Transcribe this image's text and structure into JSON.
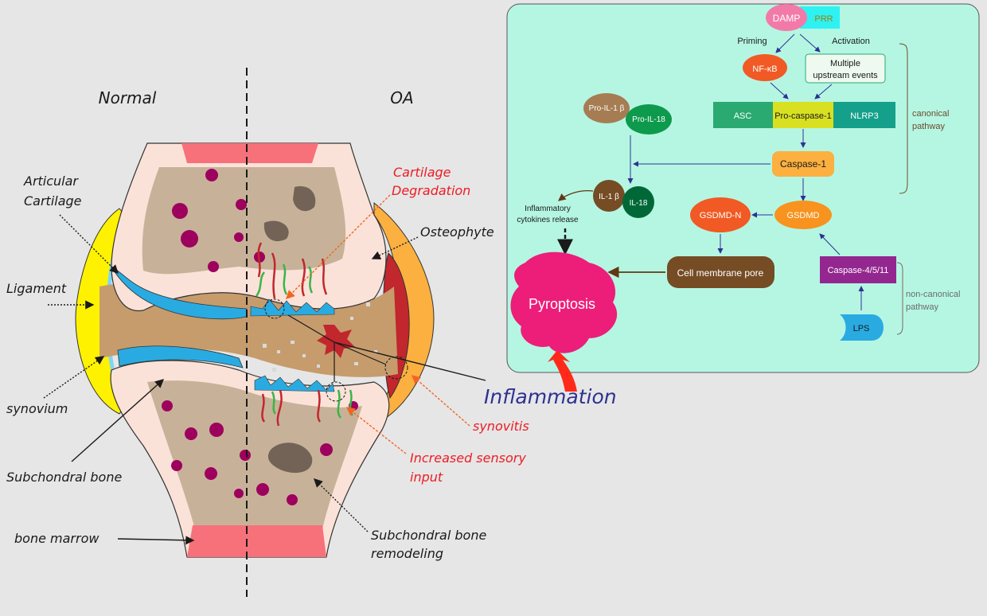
{
  "joint": {
    "label_normal": "Normal",
    "label_oa": "OA",
    "articular_cartilage": [
      "Articular",
      "Cartilage"
    ],
    "ligament": "Ligament",
    "synovium": "synovium",
    "subchondral_bone": "Subchondral bone",
    "bone_marrow": "bone marrow",
    "cartilage_degradation": [
      "Cartilage",
      "Degradation"
    ],
    "osteophyte": "Osteophyte",
    "synovitis": "synovitis",
    "increased_sensory_input": [
      "Increased sensory",
      "input"
    ],
    "subchondral_remodeling": [
      "Subchondral bone",
      "remodeling"
    ],
    "inflammation": "Inflammation"
  },
  "pathway": {
    "damp": "DAMP",
    "prr": "PRR",
    "priming": "Priming",
    "activation": "Activation",
    "nfkb": "NF-κB",
    "multiple_upstream": [
      "Multiple",
      "upstream events"
    ],
    "asc": "ASC",
    "pro_caspase1": "Pro-caspase-1",
    "nlrp3": "NLRP3",
    "canonical": [
      "canonical",
      "pathway"
    ],
    "pro_il1b": "Pro-IL-1 β",
    "pro_il18": "Pro-IL-18",
    "caspase1": "Caspase-1",
    "il1b": "IL-1 β",
    "il18": "IL-18",
    "inflammatory_release": [
      "Inflammatory",
      "cytokines release"
    ],
    "gsdmd_n": "GSDMD-N",
    "gsdmd": "GSDMD",
    "cell_membrane_pore": "Cell membrane pore",
    "caspase4511": "Caspase-4/5/11",
    "non_canonical": [
      "non-canonical",
      "pathway"
    ],
    "lps": "LPS",
    "pyroptosis": "Pyroptosis"
  },
  "colors": {
    "panel_bg": "#b5f6e3",
    "damp": "#f27aa8",
    "prr": "#2ef2f2",
    "nfkb": "#f15a24",
    "asc": "#2aaa70",
    "pro_caspase1": "#d9e021",
    "nlrp3": "#14a08a",
    "caspase1": "#fbb040",
    "pro_il1b": "#a67c52",
    "pro_il18": "#0e9a4c",
    "il1b": "#754c24",
    "il18": "#006837",
    "gsdmd_n": "#f15a24",
    "gsdmd": "#f7931e",
    "pore": "#754c24",
    "caspase4511": "#93278f",
    "lps": "#29abe2",
    "pyroptosis": "#ec1e79",
    "inflammation_text": "#2e3192",
    "oa_label_text": "#ed1c24"
  }
}
